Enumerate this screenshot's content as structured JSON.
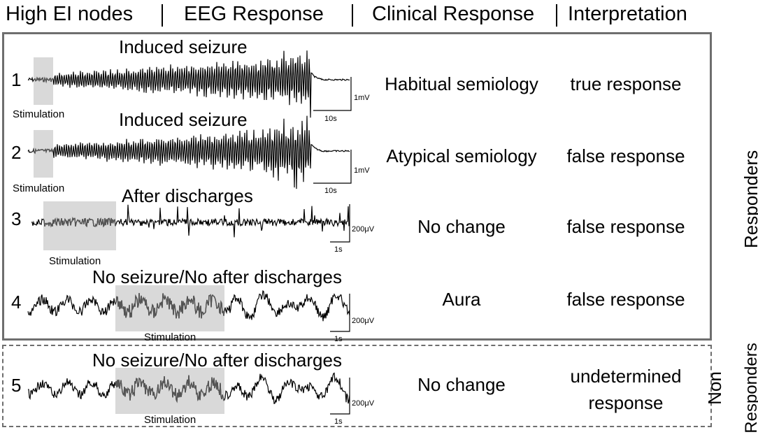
{
  "headers": {
    "high_ei_nodes": "High EI nodes",
    "eeg_response": "EEG Response",
    "clinical_response": "Clinical Response",
    "interpretation": "Interpretation"
  },
  "group_labels": {
    "responders": "Responders",
    "non_responders_line1": "Non",
    "non_responders_line2": "Responders"
  },
  "stimulation_label": "Stimulation",
  "rows": [
    {
      "num": "1",
      "event": "Induced seizure",
      "clinical": "Habitual semiology",
      "interpretation": "true response",
      "scale_amp": "1mV",
      "scale_time": "10s"
    },
    {
      "num": "2",
      "event": "Induced seizure",
      "clinical": "Atypical semiology",
      "interpretation": "false response",
      "scale_amp": "1mV",
      "scale_time": "10s"
    },
    {
      "num": "3",
      "event": "After discharges",
      "clinical": "No change",
      "interpretation": "false response",
      "scale_amp": "200μV",
      "scale_time": "1s"
    },
    {
      "num": "4",
      "event": "No seizure/No after discharges",
      "clinical": "Aura",
      "interpretation": "false response",
      "scale_amp": "200μV",
      "scale_time": "1s"
    },
    {
      "num": "5",
      "event": "No seizure/No after discharges",
      "clinical": "No change",
      "interpretation_line1": "undetermined",
      "interpretation_line2": "response",
      "scale_amp": "200μV",
      "scale_time": "1s"
    }
  ],
  "colors": {
    "trace": "#000000",
    "stim_trace": "#555555",
    "stim_box": "#d9d9d9",
    "border": "#6e6e6e"
  }
}
